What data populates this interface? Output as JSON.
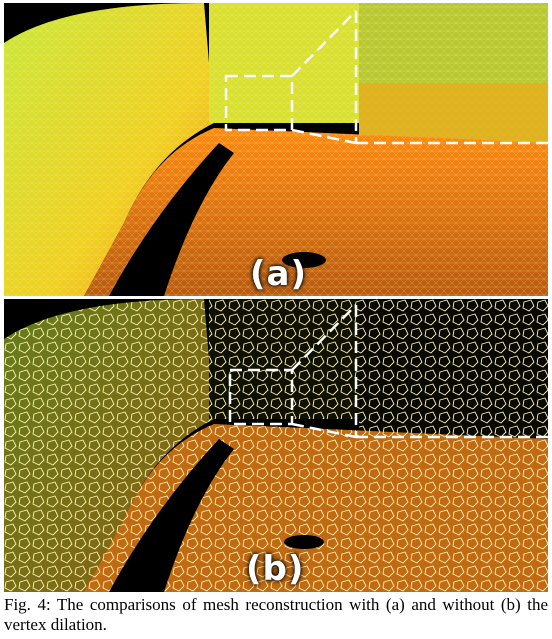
{
  "figure": {
    "panels": [
      {
        "id": "a",
        "label": "(a)"
      },
      {
        "id": "b",
        "label": "(b)"
      }
    ],
    "caption": "Fig. 4: The comparisons of mesh reconstruction with (a) and without (b) the vertex dilation.",
    "colors": {
      "near_wall": "#e8f23a",
      "mid": "#f0a818",
      "floor": "#e07a12",
      "far": "#ff6a00",
      "background": "#000000",
      "highlight": "#ffffff"
    }
  }
}
